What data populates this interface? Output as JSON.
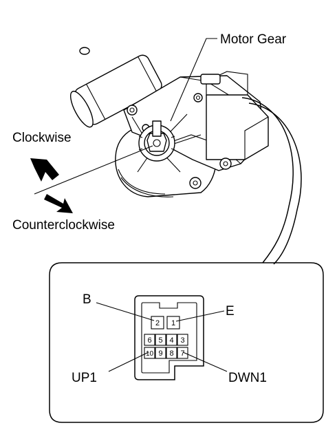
{
  "labels": {
    "motor_gear": "Motor Gear",
    "clockwise": "Clockwise",
    "counterclockwise": "Counterclockwise",
    "terminal_b": "B",
    "terminal_e": "E",
    "terminal_up1": "UP1",
    "terminal_dwn1": "DWN1"
  },
  "connector": {
    "row1": [
      "2",
      "1"
    ],
    "row2": [
      "6",
      "5",
      "4",
      "3"
    ],
    "row3": [
      "10",
      "9",
      "8",
      "7"
    ]
  }
}
